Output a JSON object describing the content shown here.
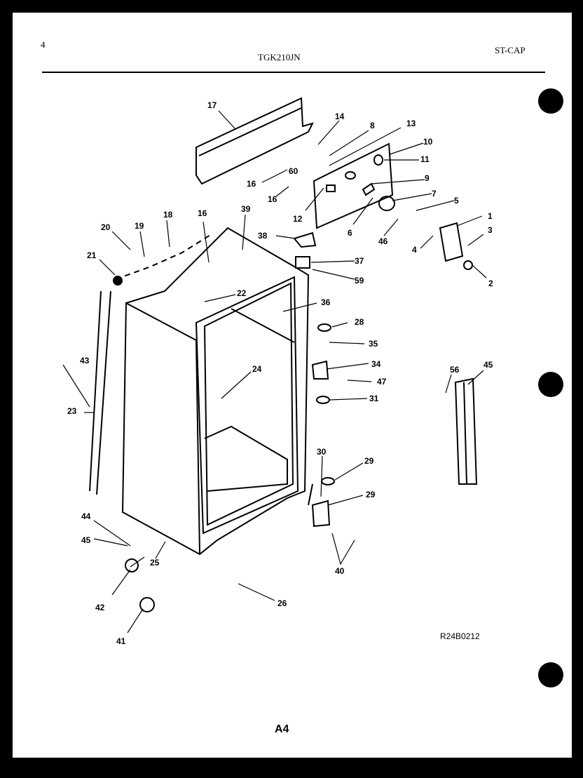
{
  "header": {
    "page_number": "4",
    "model": "TGK210JN",
    "section": "ST-CAP"
  },
  "footer": {
    "drawing_code": "R24B0212",
    "page_code": "A4"
  },
  "callouts": [
    "1",
    "2",
    "3",
    "4",
    "5",
    "6",
    "7",
    "8",
    "9",
    "10",
    "11",
    "12",
    "13",
    "14",
    "16",
    "16",
    "16",
    "17",
    "18",
    "19",
    "20",
    "21",
    "22",
    "23",
    "24",
    "25",
    "26",
    "28",
    "29",
    "29",
    "30",
    "31",
    "34",
    "35",
    "36",
    "37",
    "38",
    "39",
    "40",
    "41",
    "42",
    "43",
    "44",
    "45",
    "45",
    "46",
    "47",
    "56",
    "59",
    "60"
  ]
}
